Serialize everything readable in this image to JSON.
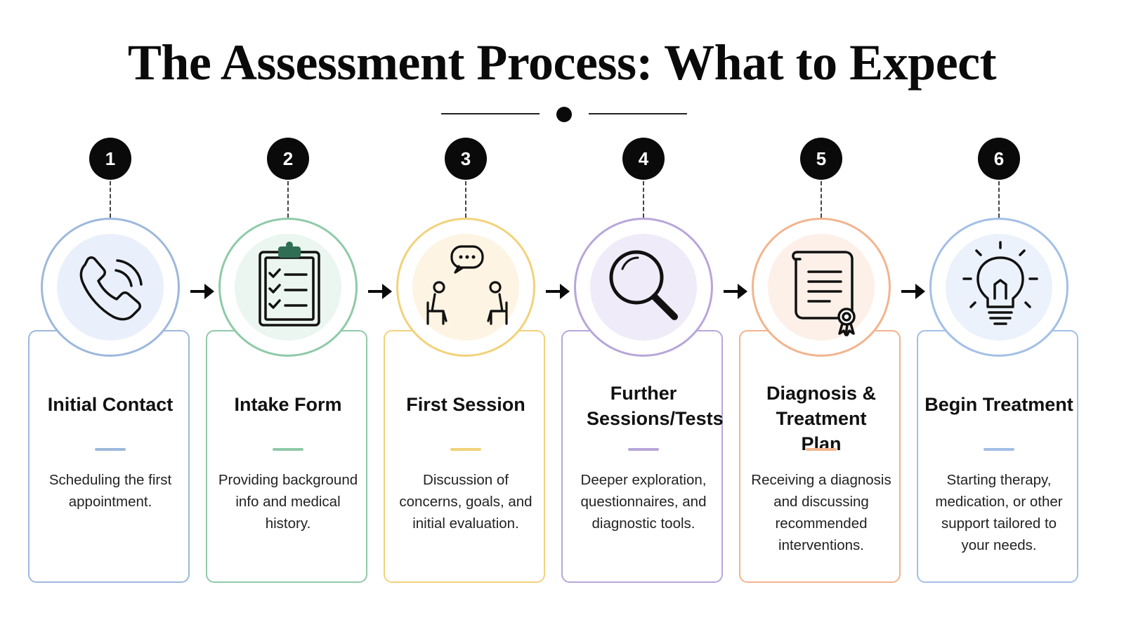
{
  "title": "The Assessment Process: What to Expect",
  "steps": [
    {
      "number": "1",
      "title": "Initial Contact",
      "description": "Scheduling the first appointment.",
      "icon": "phone-icon",
      "color": "#9db8dc",
      "tint": "#eaf0fb"
    },
    {
      "number": "2",
      "title": "Intake Form",
      "description": "Providing background info and medical history.",
      "icon": "clipboard-icon",
      "color": "#8fcaa8",
      "tint": "#eaf6ef"
    },
    {
      "number": "3",
      "title": "First Session",
      "description": "Discussion of concerns, goals, and initial evaluation.",
      "icon": "conversation-icon",
      "color": "#f2d27a",
      "tint": "#fdf4e3"
    },
    {
      "number": "4",
      "title": "Further Sessions/Tests",
      "description": "Deeper exploration, questionnaires, and diagnostic tools.",
      "icon": "magnifier-icon",
      "color": "#b8a6da",
      "tint": "#efebf8"
    },
    {
      "number": "5",
      "title": "Diagnosis & Treatment Plan",
      "description": "Receiving a diagnosis and discussing recommended interventions.",
      "icon": "certificate-icon",
      "color": "#f2b48e",
      "tint": "#fdf0e8"
    },
    {
      "number": "6",
      "title": "Begin Treatment",
      "description": "Starting therapy, medication, or other support tailored to your needs.",
      "icon": "lightbulb-icon",
      "color": "#a3bfe6",
      "tint": "#ecf2fb"
    }
  ]
}
